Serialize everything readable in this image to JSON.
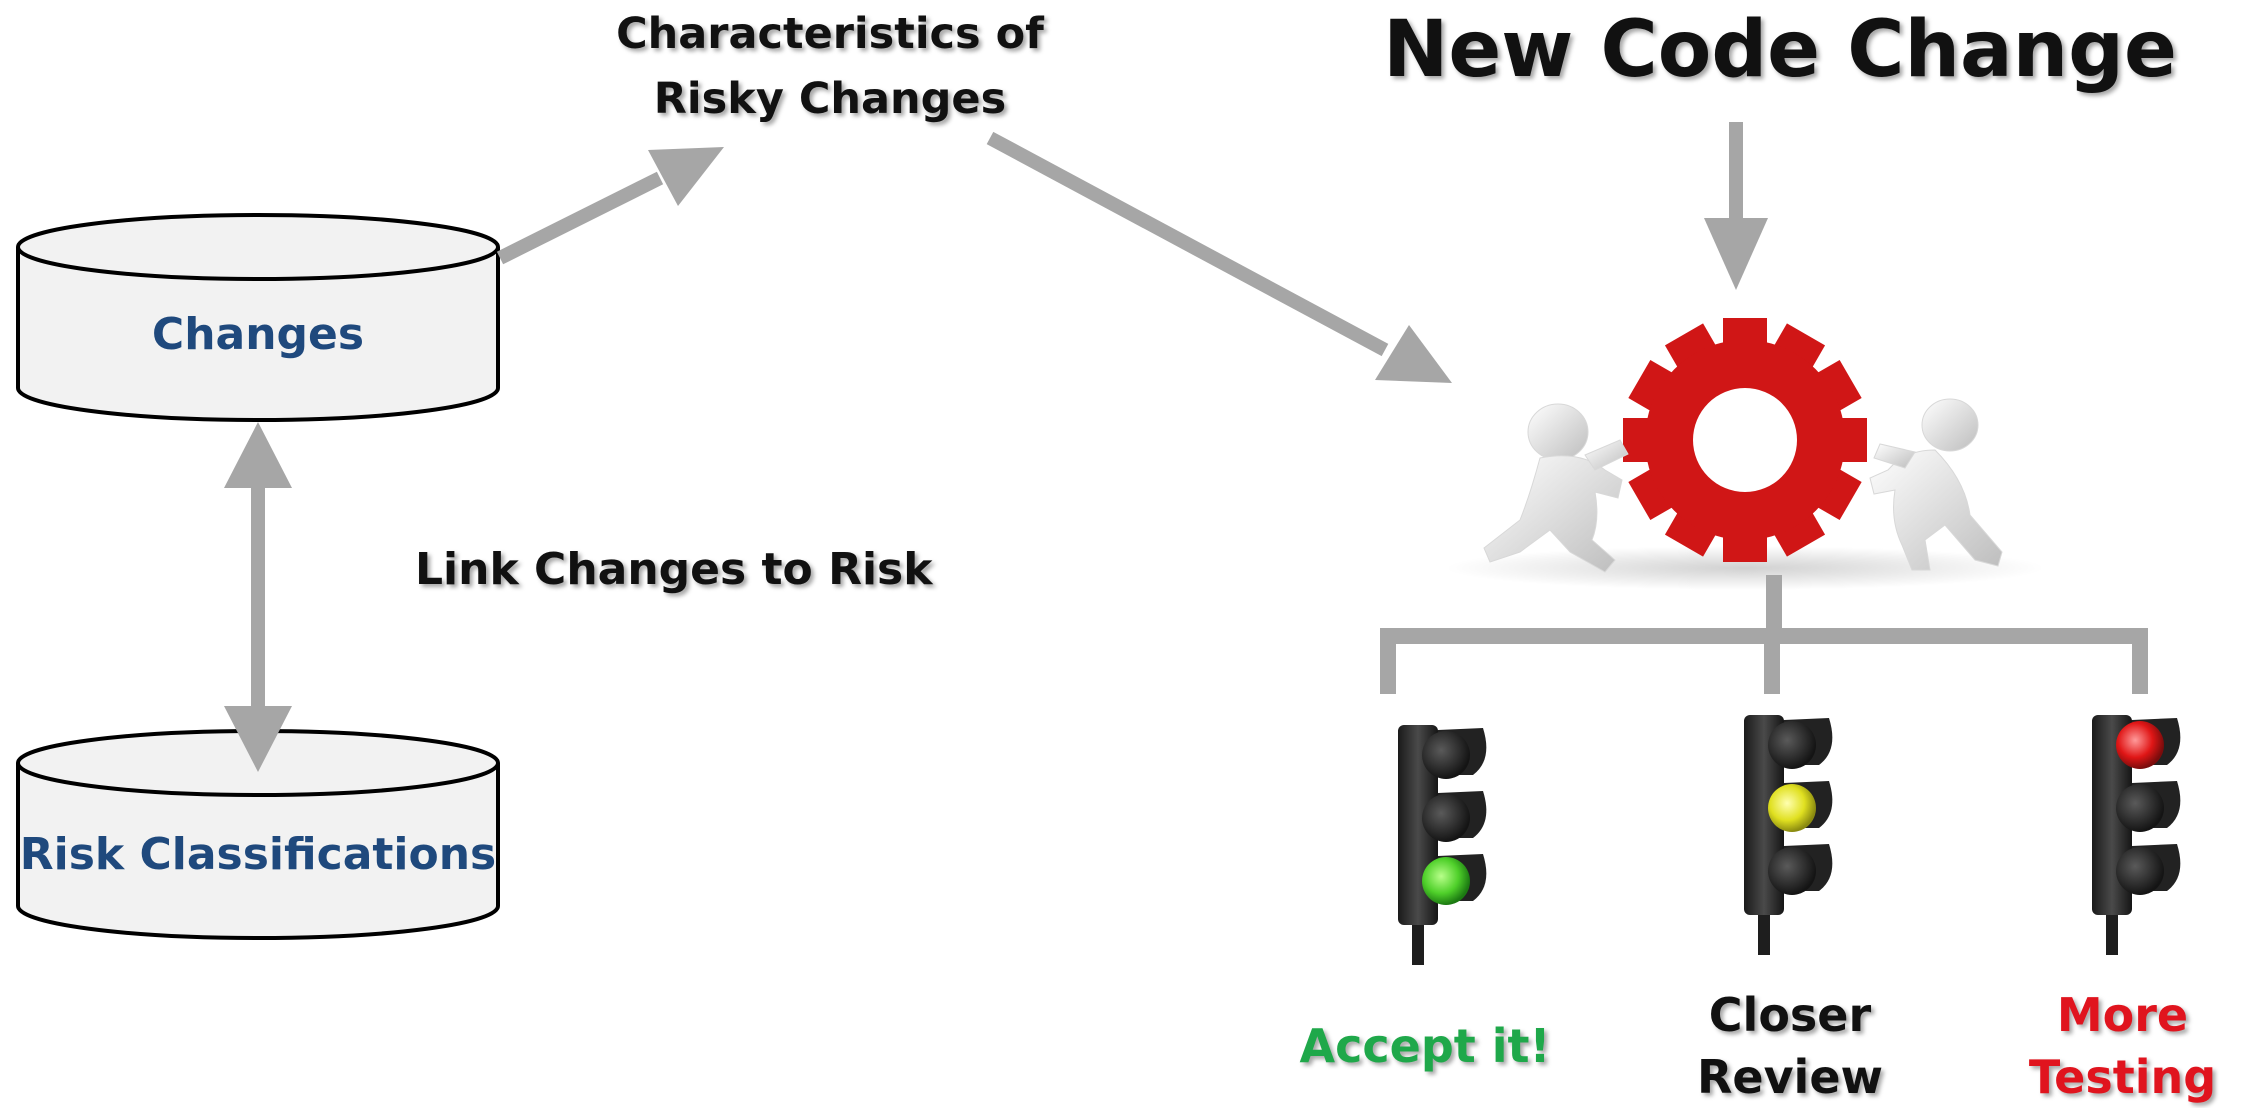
{
  "title": "New Code Change",
  "nodes": {
    "changes_db": "Changes",
    "risk_db": "Risk Classifications",
    "characteristics": [
      "Characteristics of",
      "Risky Changes"
    ],
    "link_label": "Link Changes to Risk"
  },
  "outcomes": [
    {
      "label": [
        "Accept it!"
      ],
      "color": "#1fa84a",
      "light": "green"
    },
    {
      "label": [
        "Closer",
        "Review"
      ],
      "color": "#111111",
      "light": "yellow"
    },
    {
      "label": [
        "More",
        "Testing"
      ],
      "color": "#e0141e",
      "light": "red"
    }
  ],
  "colors": {
    "arrow": "#a6a6a6",
    "db_fill": "#f2f2f2",
    "db_text": "#1f497d",
    "gear": "#d01616"
  },
  "icons": [
    "gear-with-figures-icon",
    "traffic-light-icon"
  ]
}
